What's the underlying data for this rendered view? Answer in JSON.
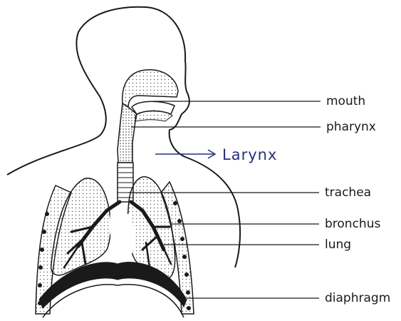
{
  "diagram": {
    "labels": {
      "mouth": "mouth",
      "pharynx": "pharynx",
      "trachea": "trachea",
      "bronchus": "bronchus",
      "lung": "lung",
      "diaphragm": "diaphragm"
    },
    "annotation": "Larynx"
  },
  "colors": {
    "ink": "#1a1a1a",
    "pen": "#27307a",
    "shade": "#8a8a8a"
  }
}
